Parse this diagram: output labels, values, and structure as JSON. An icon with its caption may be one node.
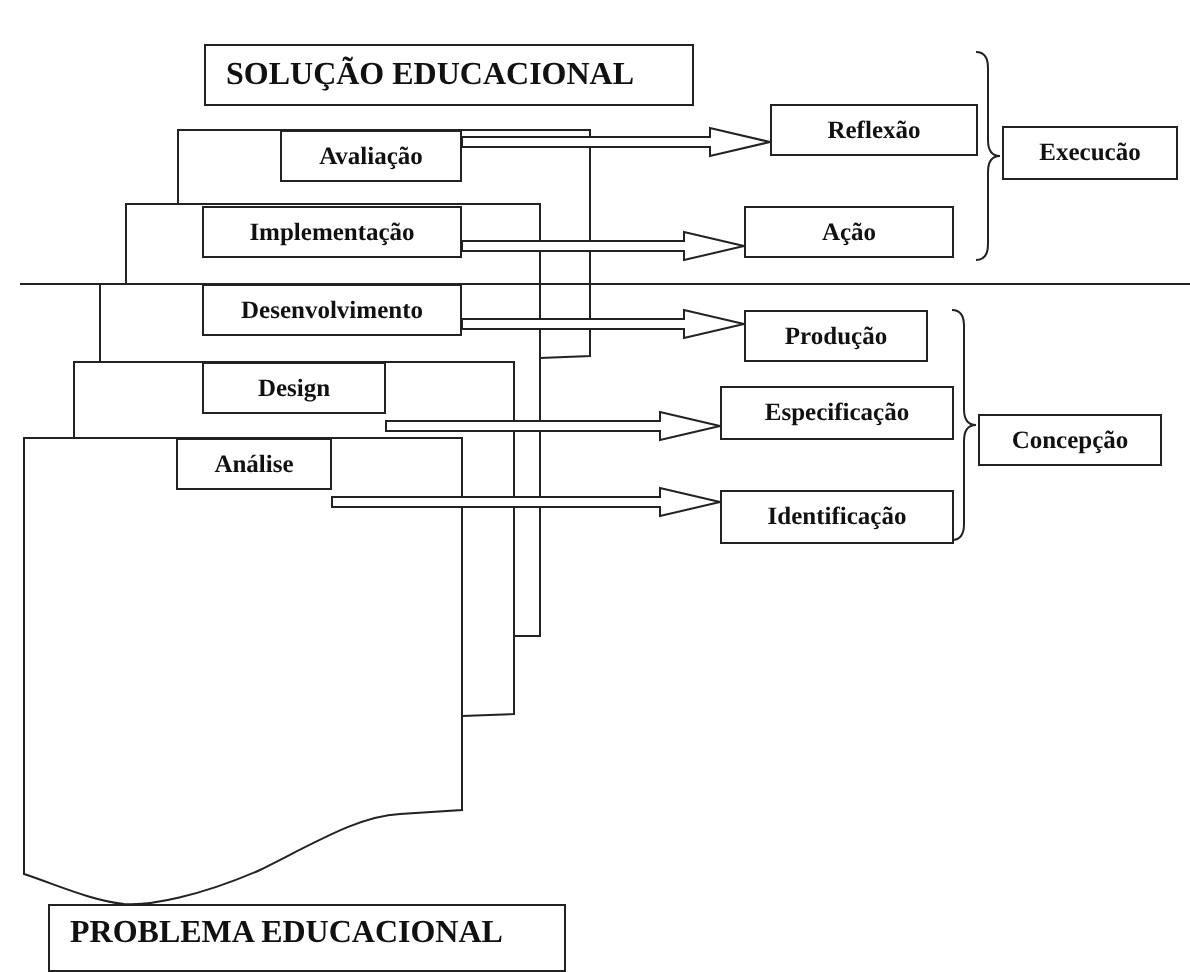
{
  "diagram": {
    "nodes": [
      {
        "text": [
          "SOLUÇÃO EDUCACIONAL"
        ]
      },
      {
        "text": [
          "Avaliação"
        ]
      },
      {
        "text": [
          "Reflexão"
        ]
      },
      {
        "text": [
          "Execucão"
        ]
      },
      {
        "text": [
          "Implementação"
        ]
      },
      {
        "text": [
          "Ação"
        ]
      },
      {
        "text": [
          "Desenvolvimento"
        ]
      },
      {
        "text": [
          "Produção"
        ]
      },
      {
        "text": [
          "Design"
        ]
      },
      {
        "text": [
          "Especificação"
        ]
      },
      {
        "text": [
          "Concepção"
        ]
      },
      {
        "text": [
          "Análise"
        ]
      },
      {
        "text": [
          "Identificação"
        ]
      },
      {
        "text": [
          "PROBLEMA EDUCACIONAL"
        ]
      }
    ],
    "edges": [
      {
        "from": 1,
        "to": 2,
        "arrow": "to"
      },
      {
        "from": 4,
        "to": 5,
        "arrow": "to"
      },
      {
        "from": 6,
        "to": 7,
        "arrow": "to"
      },
      {
        "from": 8,
        "to": 9,
        "arrow": "to"
      },
      {
        "from": 11,
        "to": 12,
        "arrow": "to"
      }
    ]
  }
}
